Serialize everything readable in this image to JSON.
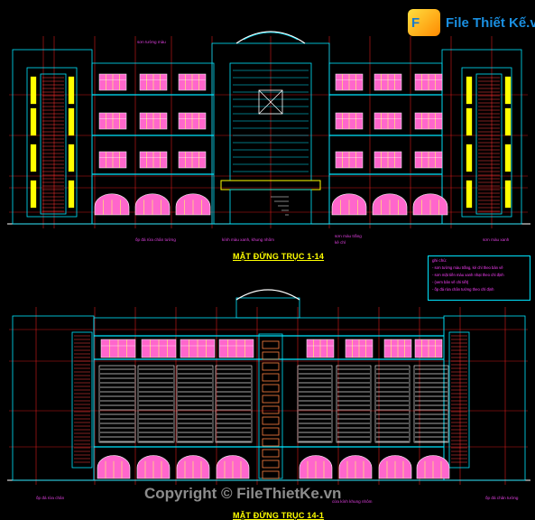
{
  "logo": {
    "brand": "File Thiết Kế.vn",
    "icon": "file-logo-icon"
  },
  "drawings": [
    {
      "title": "MẶT ĐỨNG TRỤC 1-14"
    },
    {
      "title": "MẶT ĐỨNG TRỤC 14-1"
    }
  ],
  "legend": {
    "header": "ghi chú:",
    "lines": [
      "- sơn tường màu trắng, kẻ chỉ theo bản vẽ",
      "- sơn mặt tiền màu xanh nhạt theo chỉ định",
      "- (xem bản vẽ chi tiết)",
      "- ốp đá rửa chân tường theo chỉ định"
    ]
  },
  "annotations": {
    "top1": "sơn tường màu",
    "bot_left1": "ốp đá rửa chân tường",
    "bot_mid1": "kính màu xanh, khung nhôm",
    "bot_right1": "sơn màu trắng",
    "bot_right1b": "kẻ chỉ",
    "bot_far1": "sơn màu xanh",
    "bot_left2": "ốp đá rửa chân",
    "bot_mid2": "cửa kính khung nhôm",
    "bot_right2": "ốp đá chân tường"
  },
  "colors": {
    "background": "#000000",
    "outline": "#00e5ff",
    "axis": "#ff2020",
    "glass": "#ff66cc",
    "accent": "#ffff00",
    "stair": "#ff8040"
  },
  "copyright": "Copyright © FileThietKe.vn"
}
